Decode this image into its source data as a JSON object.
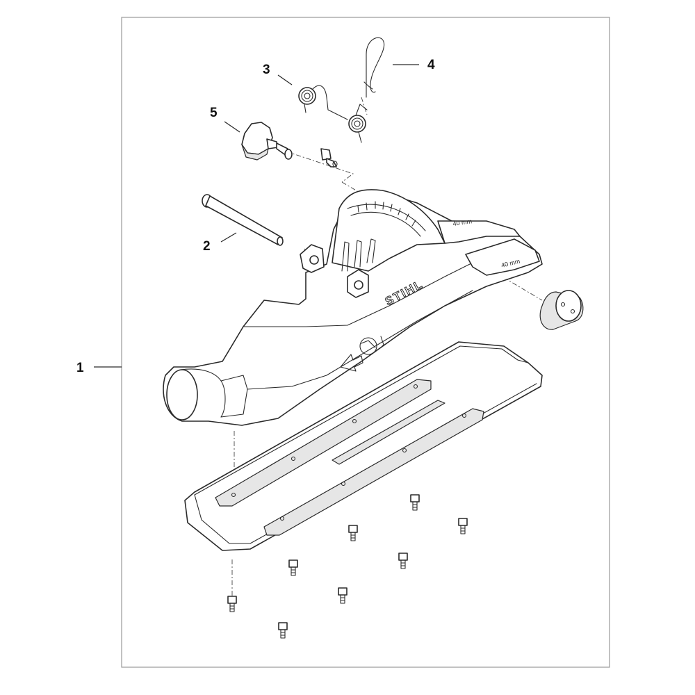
{
  "callouts": {
    "c1": "1",
    "c2": "2",
    "c3": "3",
    "c4": "4",
    "c5": "5"
  },
  "brand_logo": "STIHL",
  "guide_markings": {
    "upper": "40 mm",
    "lower": "40 mm"
  },
  "colors": {
    "line": "#2a2a2a",
    "frame": "#999999",
    "background": "#ffffff"
  }
}
